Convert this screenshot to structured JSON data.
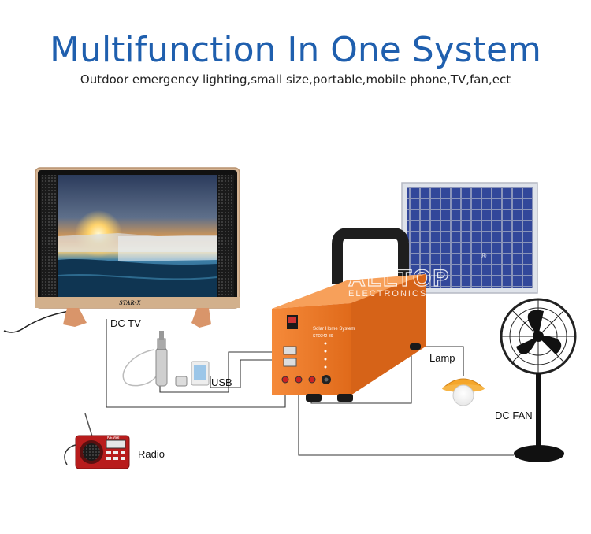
{
  "header": {
    "title": "Multifunction In One System",
    "subtitle": "Outdoor emergency lighting,small size,portable,mobile phone,TV,fan,ect"
  },
  "labels": {
    "dc_tv": "DC TV",
    "usb": "USB",
    "lamp": "Lamp",
    "dc_fan": "DC FAN",
    "radio": "Radio"
  },
  "devices": {
    "tv_brand": "STAR-X",
    "box_label": "Solar Home System",
    "box_model": "STD242-89",
    "watermark_line1": "ALLTOP",
    "watermark_line2": "ELECTRONICS",
    "radio_brand": "KEMAI"
  },
  "colors": {
    "title": "#1f5fae",
    "box_orange": "#f07a26",
    "panel_blue": "#2c3f8a",
    "tv_frame": "#c9a888",
    "lamp_yellow": "#f5a62a"
  },
  "icons": [
    "tv-icon",
    "solar-panel-icon",
    "power-box-icon",
    "flashlight-icon",
    "phone-icon",
    "lamp-icon",
    "fan-icon",
    "radio-icon"
  ]
}
